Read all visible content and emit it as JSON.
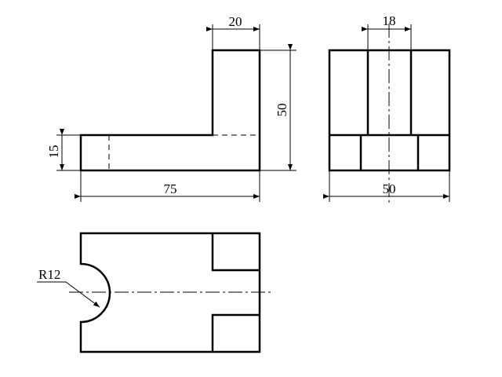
{
  "colors": {
    "line": "#000000",
    "background": "#ffffff"
  },
  "dimensions": {
    "front_top_width": "20",
    "front_height": "50",
    "front_left_height": "15",
    "front_length": "75",
    "side_slot_width": "18",
    "side_width": "50",
    "top_radius": "R12"
  }
}
